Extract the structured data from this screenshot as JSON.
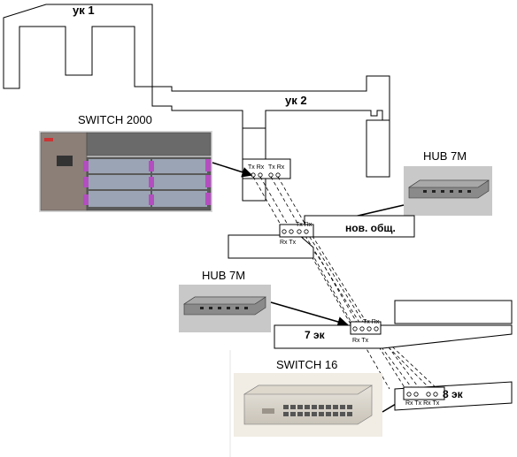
{
  "buildings": {
    "building_1": "ук 1",
    "building_2": "ук 2"
  },
  "devices": {
    "switch_2000": "SWITCH 2000",
    "hub_top": "HUB 7M",
    "hub_mid": "HUB 7M",
    "switch_16": "SWITCH 16"
  },
  "rooms": {
    "new_common": "нов. общ.",
    "room_7": "7 эк",
    "room_8": "8 эк"
  },
  "ports": {
    "switch_port_a": "Tx Rx",
    "switch_port_b": "Tx Rx",
    "nov_obsh_bottom": "Rx Tx",
    "nov_obsh_top": "Tx Rx",
    "room7_top": "Tx Rx",
    "room7_bottom": "Rx Tx",
    "room8": "Rx Tx Rx Tx"
  },
  "colors": {
    "line": "#000000",
    "photo_bg": "#c8c8c8",
    "device_body": "#8a8a8a"
  }
}
